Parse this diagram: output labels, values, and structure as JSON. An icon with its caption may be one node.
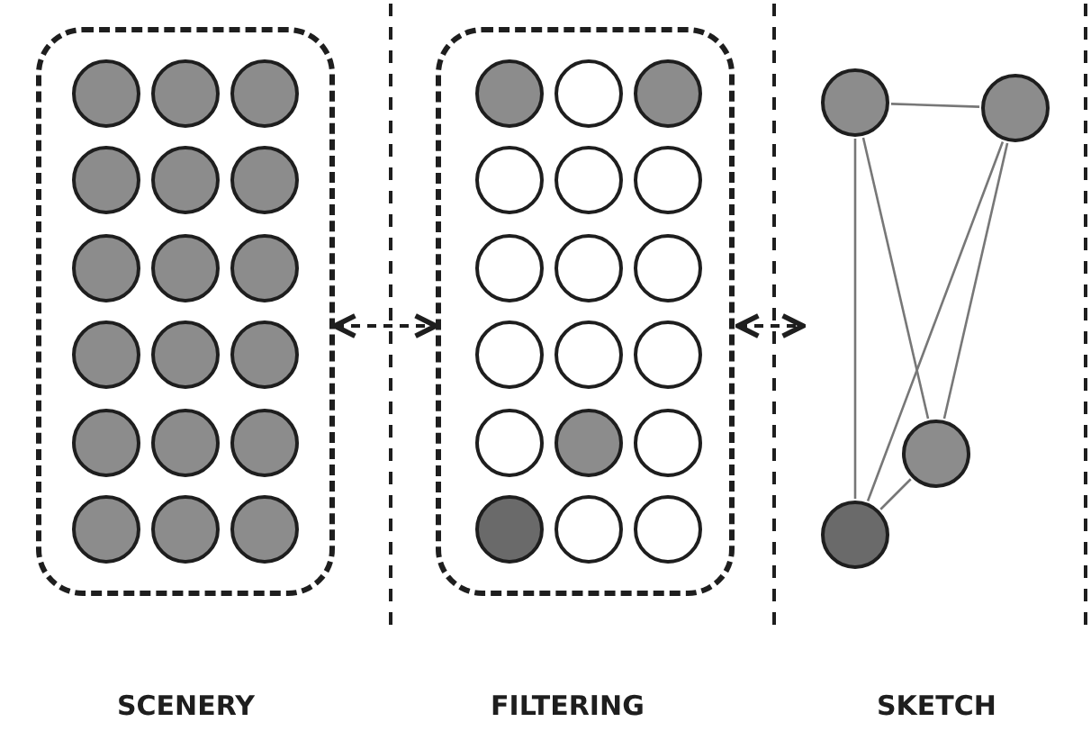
{
  "diagram": {
    "nodes": [
      {
        "text": [],
        "shape": "box"
      },
      {
        "text": [],
        "shape": "circle",
        "in": 0
      },
      {
        "text": [],
        "shape": "circle",
        "in": 0
      },
      {
        "text": [],
        "shape": "circle",
        "in": 0
      },
      {
        "text": [],
        "shape": "circle",
        "in": 0
      },
      {
        "text": [],
        "shape": "circle",
        "in": 0
      },
      {
        "text": [],
        "shape": "circle",
        "in": 0
      },
      {
        "text": [],
        "shape": "circle",
        "in": 0
      },
      {
        "text": [],
        "shape": "circle",
        "in": 0
      },
      {
        "text": [],
        "shape": "circle",
        "in": 0
      },
      {
        "text": [],
        "shape": "circle",
        "in": 0
      },
      {
        "text": [],
        "shape": "circle",
        "in": 0
      },
      {
        "text": [],
        "shape": "circle",
        "in": 0
      },
      {
        "text": [],
        "shape": "circle",
        "in": 0
      },
      {
        "text": [],
        "shape": "circle",
        "in": 0
      },
      {
        "text": [],
        "shape": "circle",
        "in": 0
      },
      {
        "text": [],
        "shape": "circle",
        "in": 0
      },
      {
        "text": [],
        "shape": "circle",
        "in": 0
      },
      {
        "text": [],
        "shape": "circle",
        "in": 0
      },
      {
        "text": [],
        "shape": "box"
      },
      {
        "text": [],
        "shape": "circle",
        "in": 19
      },
      {
        "text": [],
        "shape": "circle",
        "in": 19
      },
      {
        "text": [],
        "shape": "circle",
        "in": 19
      },
      {
        "text": [],
        "shape": "circle",
        "in": 19
      },
      {
        "text": [],
        "shape": "circle",
        "in": 19
      },
      {
        "text": [],
        "shape": "circle",
        "in": 19
      },
      {
        "text": [],
        "shape": "circle",
        "in": 19
      },
      {
        "text": [],
        "shape": "circle",
        "in": 19
      },
      {
        "text": [],
        "shape": "circle",
        "in": 19
      },
      {
        "text": [],
        "shape": "circle",
        "in": 19
      },
      {
        "text": [],
        "shape": "circle",
        "in": 19
      },
      {
        "text": [],
        "shape": "circle",
        "in": 19
      },
      {
        "text": [],
        "shape": "circle",
        "in": 19
      },
      {
        "text": [],
        "shape": "circle",
        "in": 19
      },
      {
        "text": [],
        "shape": "circle",
        "in": 19
      },
      {
        "text": [],
        "shape": "circle",
        "in": 19
      },
      {
        "text": [],
        "shape": "circle",
        "in": 19
      },
      {
        "text": [],
        "shape": "circle",
        "in": 19
      },
      {
        "text": [],
        "shape": "circle"
      },
      {
        "text": [],
        "shape": "circle"
      },
      {
        "text": [],
        "shape": "circle"
      },
      {
        "text": [],
        "shape": "circle"
      }
    ],
    "edges": [
      {
        "from": 0,
        "to": 19,
        "arrow": "both",
        "style": "dashed"
      },
      {
        "from": 19,
        "to": null,
        "arrow": "both",
        "style": "dashed"
      },
      {
        "from": 38,
        "to": 39,
        "arrow": "none"
      },
      {
        "from": 38,
        "to": 41,
        "arrow": "none"
      },
      {
        "from": 38,
        "to": 40,
        "arrow": "none"
      },
      {
        "from": 39,
        "to": 41,
        "arrow": "none"
      },
      {
        "from": 39,
        "to": 40,
        "arrow": "none"
      },
      {
        "from": 40,
        "to": 41,
        "arrow": "none"
      }
    ],
    "labels": [
      "SCENERY",
      "FILTERING",
      "SKETCH"
    ]
  }
}
